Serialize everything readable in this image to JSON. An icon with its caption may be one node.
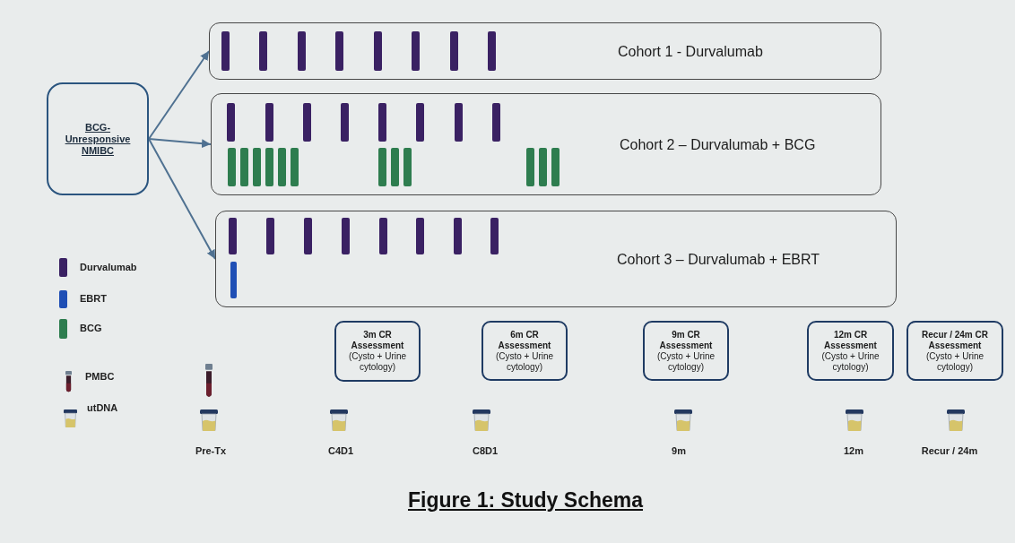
{
  "diagram": {
    "caption": "Figure 1: Study Schema",
    "nodes": [
      {
        "text": [
          "BCG-Unresponsive NMIBC"
        ]
      },
      {
        "text": [
          "Cohort 1 - Durvalumab"
        ]
      },
      {
        "text": [
          "Cohort 2 – Durvalumab + BCG"
        ]
      },
      {
        "text": [
          "Cohort 3 – Durvalumab + EBRT"
        ]
      },
      {
        "text": [
          "3m CR Assessment",
          "(Cysto + Urine cytology)"
        ]
      },
      {
        "text": [
          "6m CR Assessment",
          "(Cysto + Urine cytology)"
        ]
      },
      {
        "text": [
          "9m CR Assessment",
          "(Cysto + Urine cytology)"
        ]
      },
      {
        "text": [
          "12m CR Assessment",
          "(Cysto + Urine cytology)"
        ]
      },
      {
        "text": [
          "Recur / 24m CR Assessment",
          "(Cysto + Urine cytology)"
        ]
      }
    ],
    "edges": [
      {
        "from": 0,
        "to": 1,
        "arrow": "to"
      },
      {
        "from": 0,
        "to": 2,
        "arrow": "to"
      },
      {
        "from": 0,
        "to": 3,
        "arrow": "to"
      }
    ],
    "labels": [
      "Pre-Tx",
      "C4D1",
      "C8D1",
      "9m",
      "12m",
      "Recur / 24m"
    ],
    "legend": [
      {
        "text": "Durvalumab",
        "color": "#3a2163"
      },
      {
        "text": "EBRT",
        "color": "#1f4fb5"
      },
      {
        "text": "BCG",
        "color": "#2e7d4f"
      },
      {
        "text": "PMBC"
      },
      {
        "text": "utDNA"
      }
    ]
  }
}
